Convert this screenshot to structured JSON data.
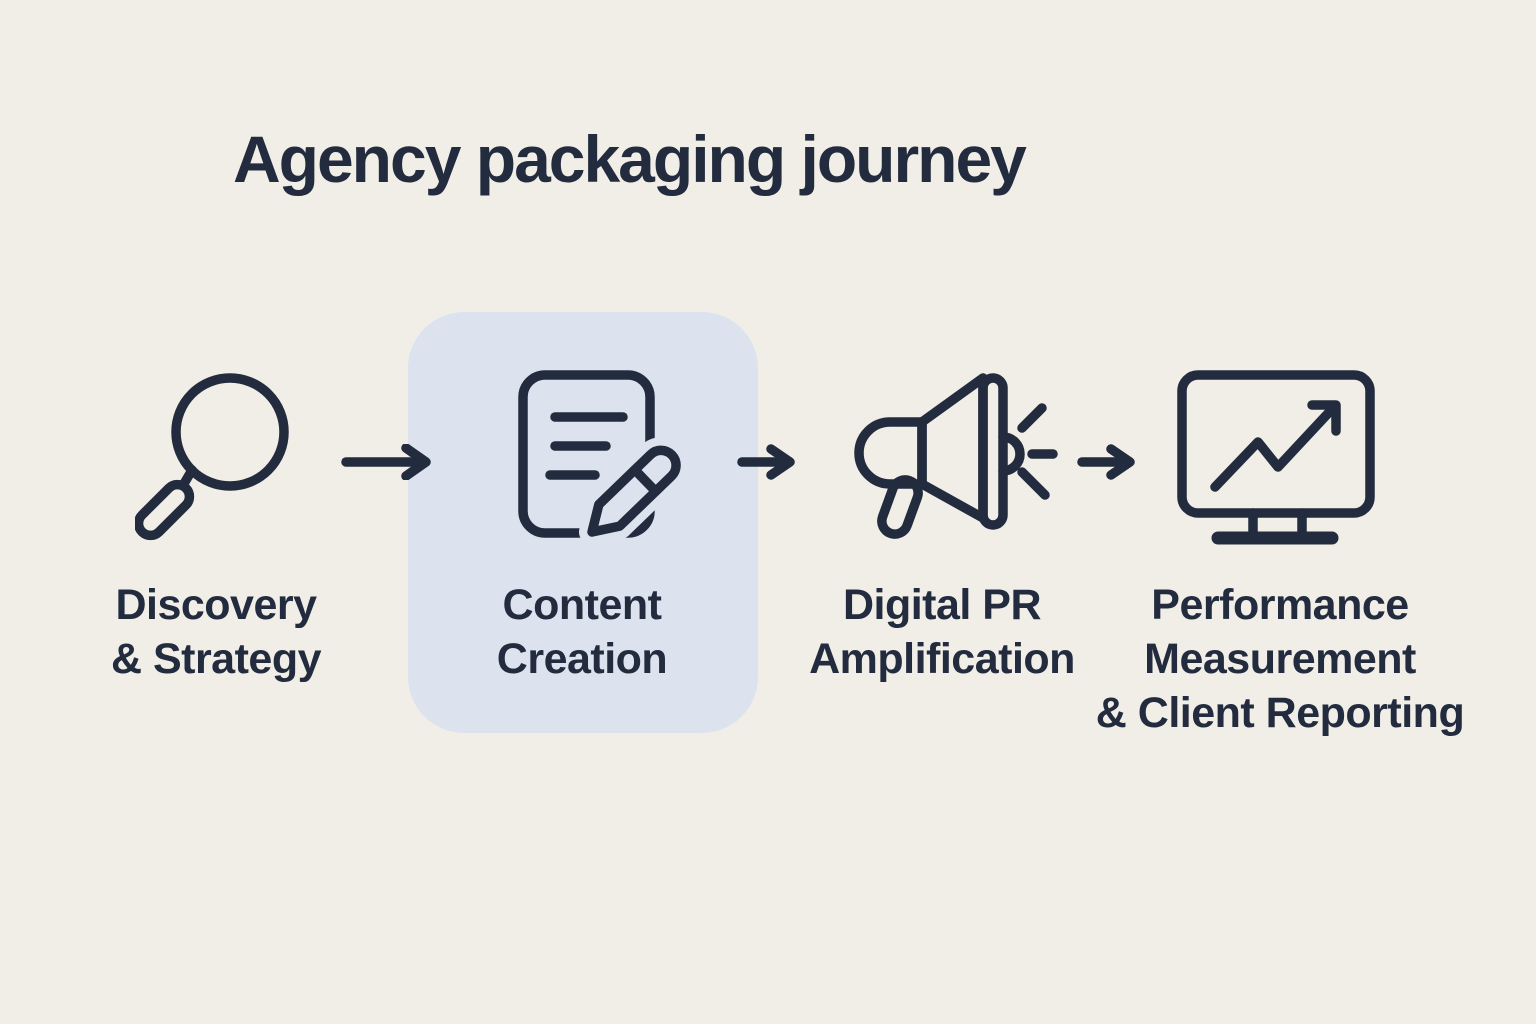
{
  "title": "Agency packaging journey",
  "colors": {
    "background": "#F1EEE7",
    "card": "#DCE3EF",
    "ink": "#232C3E"
  },
  "stages": [
    {
      "icon": "magnifier-icon",
      "highlighted": false,
      "lines": [
        "Discovery",
        "& Strategy"
      ]
    },
    {
      "icon": "document-pencil-icon",
      "highlighted": true,
      "lines": [
        "Content",
        "Creation"
      ]
    },
    {
      "icon": "megaphone-icon",
      "highlighted": false,
      "lines": [
        "Digital PR",
        "Amplification"
      ]
    },
    {
      "icon": "monitor-chart-icon",
      "highlighted": false,
      "lines": [
        "Performance",
        "Measurement",
        "& Client Reporting"
      ]
    }
  ],
  "connectors": [
    {
      "icon": "arrow-right-icon"
    },
    {
      "icon": "arrow-right-icon"
    },
    {
      "icon": "arrow-right-icon"
    }
  ]
}
